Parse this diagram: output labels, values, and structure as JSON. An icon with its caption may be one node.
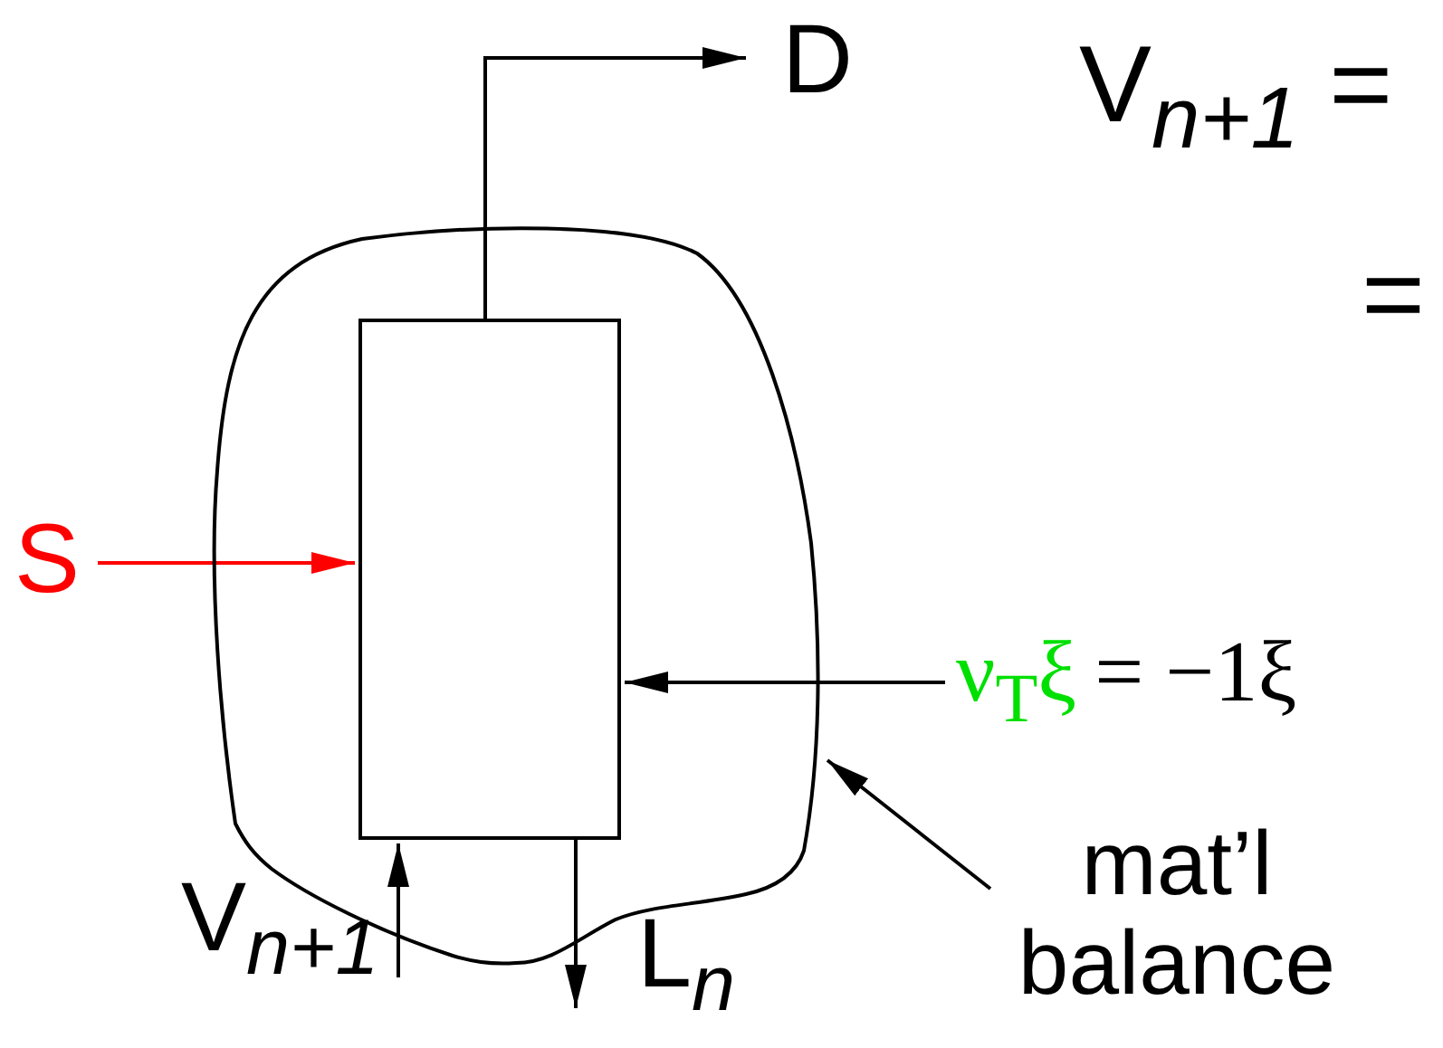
{
  "diagram": {
    "nodes": [
      {
        "text": [],
        "shape": "cloud"
      },
      {
        "text": [],
        "shape": "box",
        "in": 0
      },
      {
        "text": [
          "D"
        ]
      },
      {
        "text": [
          "S"
        ]
      },
      {
        "text": [
          "ν$_{T}$ξ",
          "= −1ξ"
        ]
      },
      {
        "text": [
          "V$_{n+1}$"
        ]
      },
      {
        "text": [
          "L$_{n}$"
        ]
      },
      {
        "text": [
          "mat’l balance"
        ]
      }
    ],
    "edges": [
      {
        "from": 1,
        "to": 2,
        "arrow": "to"
      },
      {
        "from": 3,
        "to": 1,
        "arrow": "to",
        "color": "#ff0000"
      },
      {
        "from": 4,
        "to": 1,
        "arrow": "to"
      },
      {
        "from": 5,
        "to": 1,
        "arrow": "to"
      },
      {
        "from": 1,
        "to": 6,
        "arrow": "to"
      },
      {
        "from": 7,
        "to": 0,
        "arrow": "to"
      }
    ],
    "labels": [
      "V$_{n+1}$ =",
      "="
    ]
  }
}
